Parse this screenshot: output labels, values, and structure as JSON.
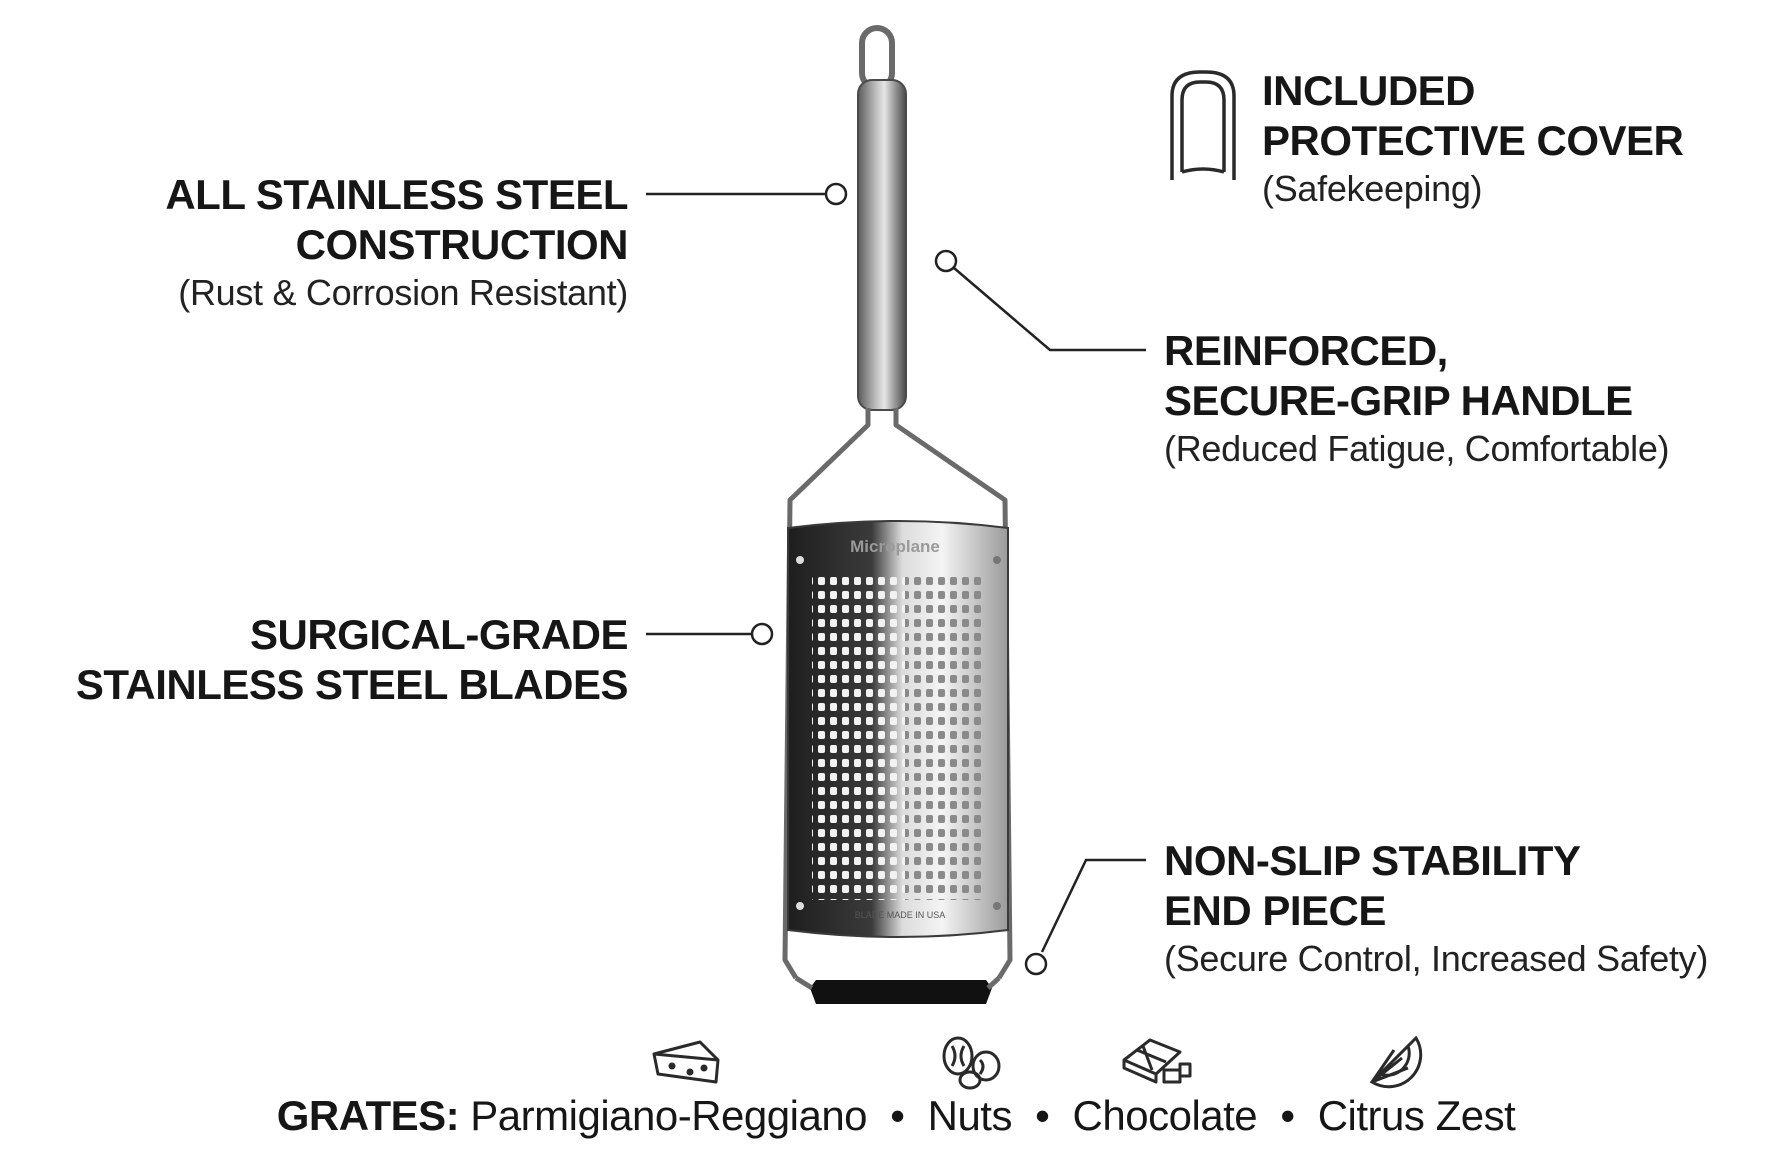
{
  "callouts": {
    "construction": {
      "line1": "ALL STAINLESS STEEL",
      "line2": "CONSTRUCTION",
      "sub": "(Rust & Corrosion Resistant)"
    },
    "cover": {
      "line1": "INCLUDED",
      "line2": "PROTECTIVE COVER",
      "sub": "(Safekeeping)"
    },
    "handle": {
      "line1": "REINFORCED,",
      "line2": "SECURE-GRIP HANDLE",
      "sub": "(Reduced Fatigue, Comfortable)"
    },
    "blades": {
      "line1": "SURGICAL-GRADE",
      "line2": "STAINLESS STEEL BLADES"
    },
    "endpiece": {
      "line1": "NON-SLIP STABILITY",
      "line2": "END PIECE",
      "sub": "(Secure Control, Increased Safety)"
    }
  },
  "product": {
    "brand": "Microplane",
    "blade_stamp": "BLADE MADE IN USA"
  },
  "footer": {
    "lead": "GRATES:",
    "items": [
      "Parmigiano-Reggiano",
      "Nuts",
      "Chocolate",
      "Citrus Zest"
    ],
    "separator": "•"
  },
  "icons": [
    "cheese-icon",
    "nuts-icon",
    "chocolate-icon",
    "citrus-icon",
    "protective-cover-icon"
  ]
}
